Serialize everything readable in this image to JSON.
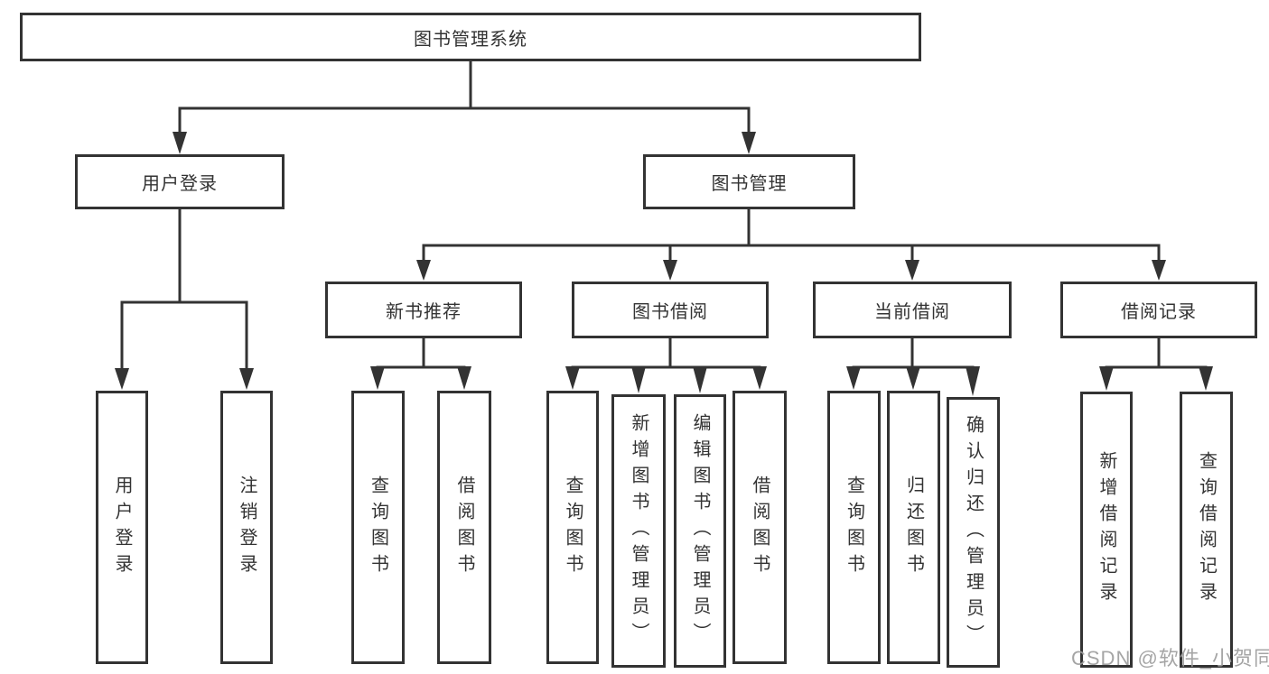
{
  "tree": {
    "root": {
      "label": "图书管理系统"
    },
    "branches": [
      {
        "label": "用户登录",
        "children": [
          {
            "label": "用户登录"
          },
          {
            "label": "注销登录"
          }
        ]
      },
      {
        "label": "图书管理",
        "groups": [
          {
            "label": "新书推荐",
            "children": [
              {
                "label": "查询图书"
              },
              {
                "label": "借阅图书"
              }
            ]
          },
          {
            "label": "图书借阅",
            "children": [
              {
                "label": "查询图书"
              },
              {
                "label": "新增图书（管理员）"
              },
              {
                "label": "编辑图书（管理员）"
              },
              {
                "label": "借阅图书"
              }
            ]
          },
          {
            "label": "当前借阅",
            "children": [
              {
                "label": "查询图书"
              },
              {
                "label": "归还图书"
              },
              {
                "label": "确认归还（管理员）"
              }
            ]
          },
          {
            "label": "借阅记录",
            "children": [
              {
                "label": "新增借阅记录"
              },
              {
                "label": "查询借阅记录"
              }
            ]
          }
        ]
      }
    ]
  },
  "watermark": {
    "text": "CSDN @软件_小贺同学"
  },
  "colors": {
    "line": "#333333",
    "box_border": "#333333",
    "text": "#333333",
    "watermark": "#9e9e9e",
    "background": "#ffffff"
  }
}
